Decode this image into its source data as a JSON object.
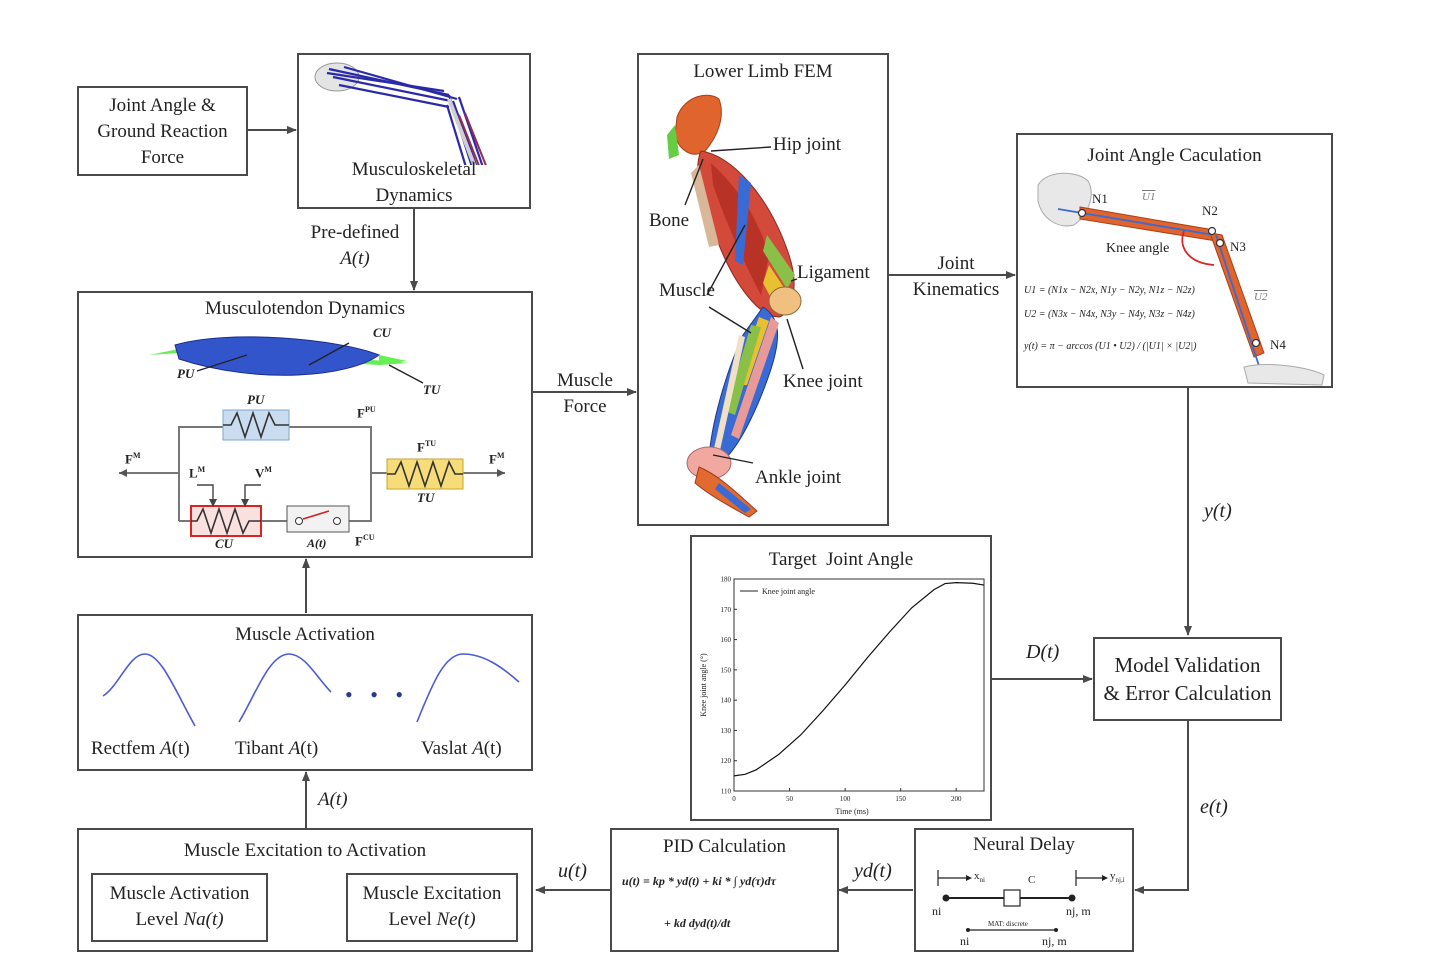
{
  "colors": {
    "line": "#4a4a4a",
    "activation_curve": "#4c5bd4",
    "muscle_blue": "#3355cc",
    "tendon_green": "#66ee55",
    "pu_fill": "#c9dcf0",
    "tu_fill": "#f7dc7a",
    "cu_border": "#dd2222"
  },
  "joint_input": {
    "line1": "Joint Angle &",
    "line2": "Ground Reaction",
    "line3": "Force"
  },
  "msk": {
    "line1": "Musculoskeletal",
    "line2": "Dynamics"
  },
  "predefined": {
    "line1": "Pre-defined",
    "line2": "A(t)"
  },
  "mtd": {
    "title": "Musculotendon Dynamics",
    "cu": "CU",
    "pu": "PU",
    "tu": "TU",
    "spring_pu": "PU",
    "spring_tu": "TU",
    "spring_cu": "CU",
    "switch": "A(t)",
    "fm_left": "F",
    "fm_right": "F",
    "sup_m": "M",
    "lm": "L",
    "vm": "V",
    "fpu": "F",
    "sup_pu": "PU",
    "ftu": "F",
    "sup_tu": "TU",
    "fcu": "F",
    "sup_cu": "CU"
  },
  "muscle_force": {
    "line1": "Muscle",
    "line2": "Force"
  },
  "fem": {
    "title": "Lower Limb FEM",
    "hip": "Hip joint",
    "bone": "Bone",
    "ligament": "Ligament",
    "muscle": "Muscle",
    "knee": "Knee joint",
    "ankle": "Ankle joint"
  },
  "joint_kin": {
    "line1": "Joint",
    "line2": "Kinematics"
  },
  "jac": {
    "title": "Joint Angle Caculation",
    "n1": "N1",
    "n2": "N2",
    "n3": "N3",
    "n4": "N4",
    "knee_angle": "Knee angle",
    "u1": "U1",
    "u2": "U2",
    "eq1": "U1 = (N1x − N2x, N1y − N2y, N1z − N2z)",
    "eq2": "U2 = (N3x − N4x, N3y − N4y, N3z − N4z)",
    "eq3": "y(t) = π − arccos (U1 • U2) / (|U1| × |U2|)"
  },
  "yt": "y(t)",
  "dt": "D(t)",
  "et": "e(t)",
  "ut": "u(t)",
  "ydt": "yd(t)",
  "at_arrow": "A(t)",
  "target": {
    "title": "Target  Joint Angle",
    "legend": "Knee joint angle",
    "ylabel": "Knee joint angle (°)",
    "xlabel": "Time (ms)",
    "xticks": [
      "0",
      "50",
      "100",
      "150",
      "200"
    ],
    "yticks": [
      "110",
      "120",
      "130",
      "140",
      "150",
      "160",
      "170",
      "180"
    ]
  },
  "chart_data": {
    "type": "line",
    "title": "",
    "xlabel": "Time (ms)",
    "ylabel": "Knee joint angle (°)",
    "xlim": [
      0,
      225
    ],
    "ylim": [
      110,
      180
    ],
    "grid": false,
    "legend": "top-left",
    "series": [
      {
        "name": "Knee joint angle",
        "x": [
          0,
          10,
          20,
          40,
          60,
          80,
          100,
          120,
          140,
          160,
          180,
          190,
          200,
          215,
          225
        ],
        "y": [
          115,
          115.5,
          117,
          122,
          128.5,
          136.5,
          145,
          154,
          162.5,
          170.5,
          176.5,
          178.5,
          178.8,
          178.6,
          178
        ]
      }
    ]
  },
  "validation": {
    "line1": "Model Validation",
    "line2": "& Error Calculation"
  },
  "activation": {
    "title": "Muscle Activation",
    "dots": "• • •",
    "label1_name": "Rectfem",
    "label1_var": "A",
    "label1_t": "(t)",
    "label2_name": "Tibant",
    "label2_var": "A",
    "label2_t": "(t)",
    "label3_name": "Vaslat",
    "label3_var": "A",
    "label3_t": "(t)"
  },
  "excitation": {
    "title": "Muscle Excitation to Activation",
    "act_line1": "Muscle Activation",
    "act_line2_pre": "Level ",
    "act_line2_var": "Na(t)",
    "exc_line1": "Muscle Excitation",
    "exc_line2_pre": "Level ",
    "exc_line2_var": "Ne(t)"
  },
  "pid": {
    "title": "PID Calculation",
    "eq1": "u(t) = kp * yd(t) + ki * ∫ yd(τ)dτ",
    "eq2": "+ kd dyd(t)/dt"
  },
  "neural": {
    "title": "Neural Delay",
    "x_in": "x",
    "x_sub": "ni",
    "y_out": "y",
    "y_sub": "nj,i",
    "c": "C",
    "ni": "ni",
    "njm": "nj, m",
    "mat": "MAT: discrete",
    "ni2": "ni",
    "njm2": "nj, m"
  }
}
